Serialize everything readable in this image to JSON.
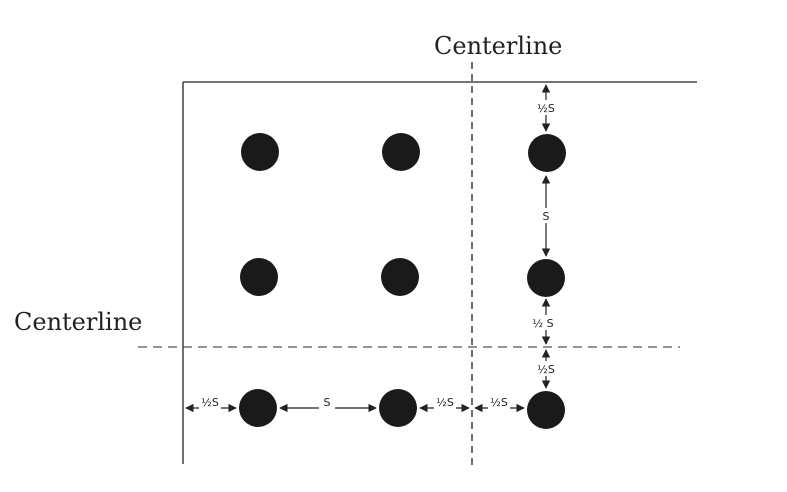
{
  "centerline_vertical": {
    "label": "Centerline"
  },
  "centerline_horizontal": {
    "label": "Centerline"
  },
  "dimensions": {
    "half_s": "½S",
    "s": "S",
    "half_s_spaced": "½ S"
  },
  "colors": {
    "line": "#222222",
    "dot": "#1a1a1a"
  }
}
